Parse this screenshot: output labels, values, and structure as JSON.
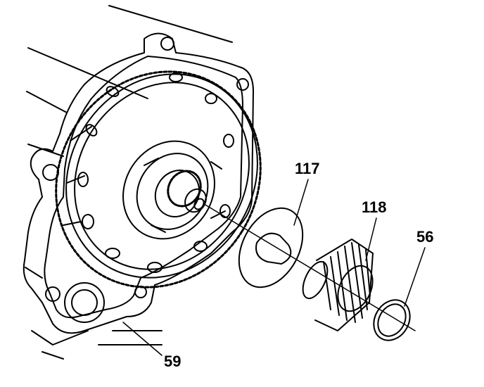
{
  "callouts": {
    "part_117": "117",
    "part_118": "118",
    "part_56": "56",
    "part_59": "59"
  },
  "colors": {
    "ink": "#000000",
    "paper": "#ffffff"
  }
}
